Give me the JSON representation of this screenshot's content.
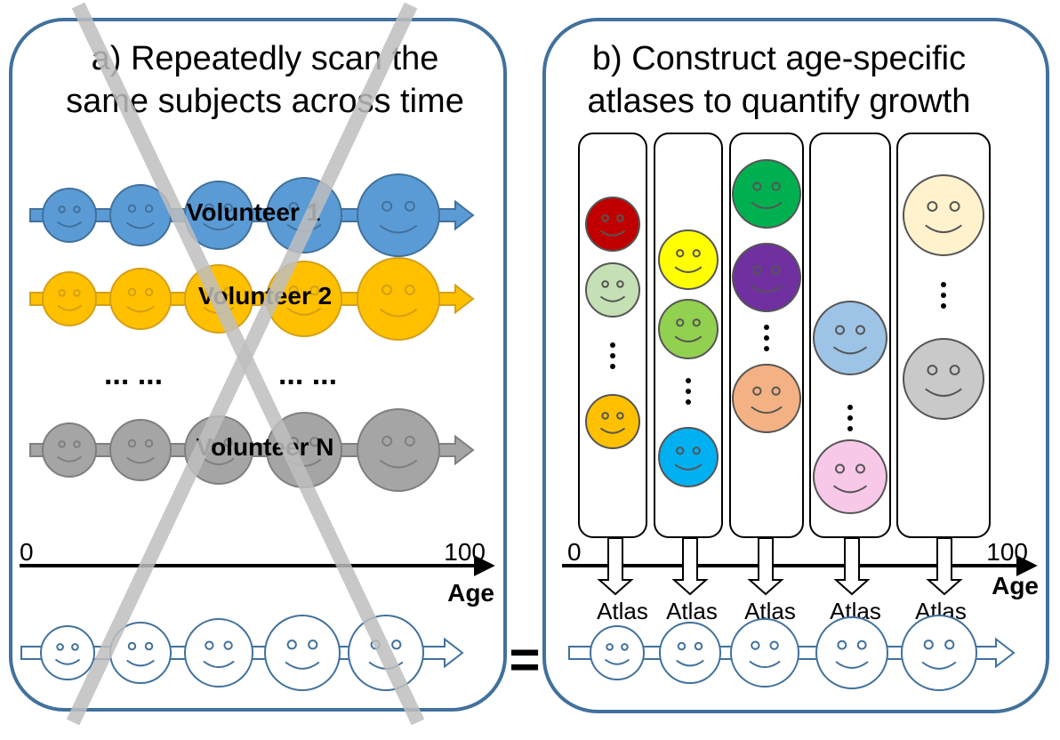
{
  "panel_a": {
    "title_line1": "a) Repeatedly scan the",
    "title_line2": "same subjects across time",
    "rows": [
      {
        "label": "Volunteer 1",
        "color": "#5b9bd5",
        "stroke": "#41719c"
      },
      {
        "label": "Volunteer 2",
        "color": "#ffc000",
        "stroke": "#d4a017"
      },
      {
        "label": "Volunteer N",
        "color": "#a5a5a5",
        "stroke": "#7f7f7f"
      }
    ],
    "ellipsis_left": "... ...",
    "ellipsis_right": "... ...",
    "axis": {
      "start": "0",
      "end": "100",
      "label": "Age"
    },
    "crossed_out": true
  },
  "equals": "=",
  "panel_b": {
    "title_line1": "b) Construct age-specific",
    "title_line2": "atlases to quantify growth",
    "axis": {
      "start": "0",
      "end": "100",
      "label": "Age"
    },
    "atlas_label": "Atlas",
    "columns": [
      {
        "faces": [
          "#c00000",
          "#c5e0b4",
          "#ffc000"
        ],
        "dots_after": 2
      },
      {
        "faces": [
          "#ffff00",
          "#92d050",
          "#00b0f0"
        ],
        "dots_after": 2
      },
      {
        "faces": [
          "#00b050",
          "#7030a0",
          "#f4b183"
        ],
        "dots_after": 2
      },
      {
        "faces": [
          "#9dc3e6",
          "#f8c8e8"
        ],
        "dots_after": 1
      },
      {
        "faces": [
          "#fff2cc",
          "#c9c9c9"
        ],
        "dots_after": 1
      }
    ]
  },
  "outline_color": "#41719c",
  "cross_color": "#bfbfbf"
}
